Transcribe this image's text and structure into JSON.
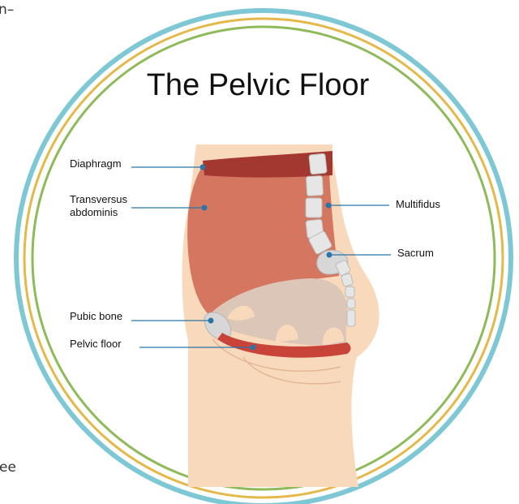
{
  "page_fragments": {
    "top": "n–",
    "bottom": "ee"
  },
  "diagram": {
    "title": "The Pelvic Floor",
    "labels": {
      "diaphragm": "Diaphragm",
      "transversus_line1": "Transversus",
      "transversus_line2": "abdominis",
      "pubic_bone": "Pubic bone",
      "pelvic_floor": "Pelvic floor",
      "multifidus": "Multifidus",
      "sacrum": "Sacrum"
    },
    "colors": {
      "outer_ring": "#7ec8d6",
      "middle_ring": "#e5b84a",
      "inner_ring": "#8fba5a",
      "skin": "#f9d9bc",
      "muscle": "#d47660",
      "dark_muscle": "#a2382f",
      "pelvic_floor": "#c94438",
      "pelvic_cavity": "#dcc6b8",
      "bone": "#d7d7d7",
      "leader_line": "#2a74a6"
    }
  }
}
